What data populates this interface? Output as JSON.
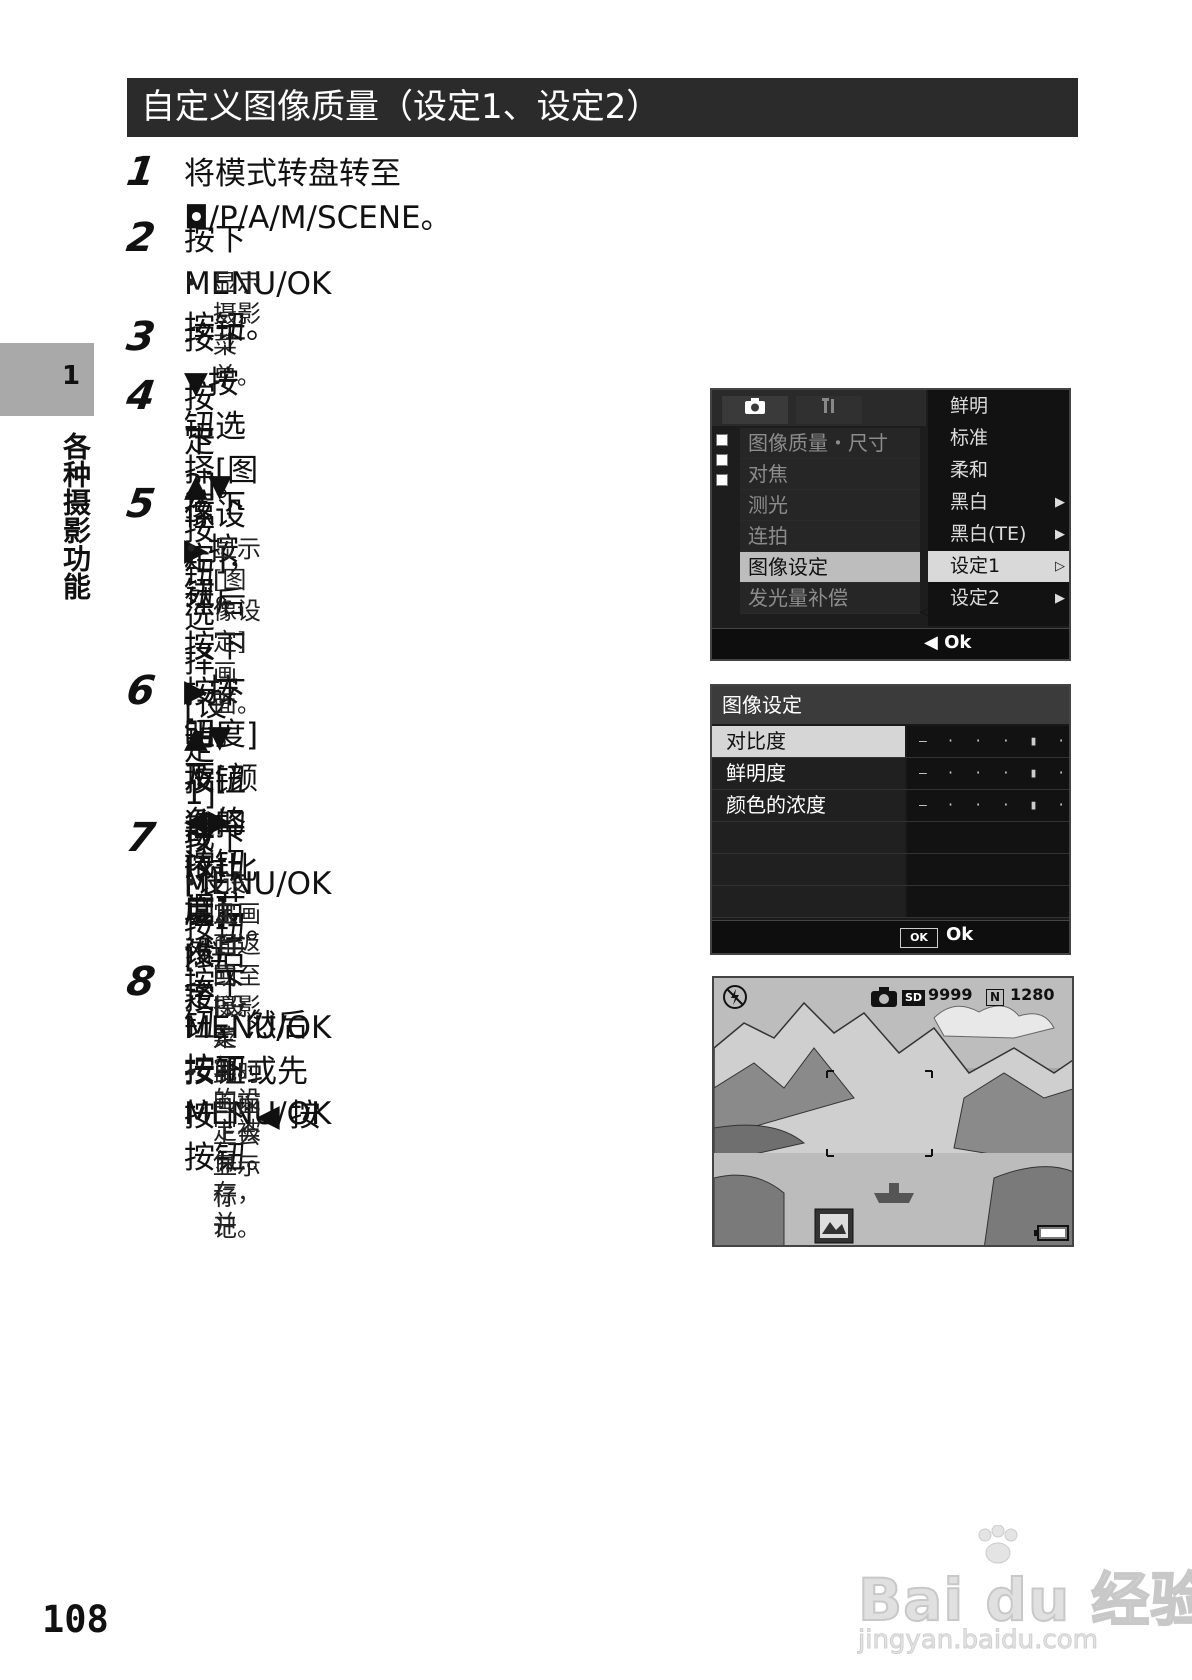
{
  "section_title": "自定义图像质量（设定1、设定2）",
  "side_tab": {
    "number": "1",
    "label": "各种摄影功能"
  },
  "page_number": "108",
  "steps": [
    {
      "num": "1",
      "text": "将模式转盘转至◘/P/A/M/SCENE。",
      "bullets": []
    },
    {
      "num": "2",
      "text": "按下MENU/OK按钮。",
      "bullets": [
        "显示摄影菜单。"
      ]
    },
    {
      "num": "3",
      "text": "按下▼按钮选择[图像设定]，然后按下▶按钮。",
      "bullets": []
    },
    {
      "num": "4",
      "text_line1": "按下▲▼按钮选择[设定1]或[设",
      "text_line2": "定2]。",
      "bullets": []
    },
    {
      "num": "5",
      "text": "按下▶按钮。",
      "bullets": [
        "显示[图像设定]画面。"
      ]
    },
    {
      "num": "6",
      "text_line1": "按下▲▼按钮选择[对比度]、[鲜",
      "text_line2": "明度]及[颜色的浓度]，然后按",
      "text_line3": "下◀▶按钮调节设定。",
      "bullets": []
    },
    {
      "num": "7",
      "text": "按下MENU/OK按钮。",
      "bullet_line1": "[设定1]或[设定2]的设定被保存，并",
      "bullet_line2": "且画面返回至摄影菜单。"
    },
    {
      "num": "8",
      "text_line1": "按下 MENU/OK 按钮或先按下 ◀ 按",
      "text_line2": "钮，然后按下MENU/OK按钮。",
      "bullets": [
        "此时画面上会显示标记。"
      ]
    }
  ],
  "bullet_symbol": "•",
  "screen1": {
    "tab_camera_icon": "camera-icon",
    "tab_setup_icon": "wrench-icon",
    "menu_items": [
      "图像质量・尺寸",
      "对焦",
      "测光",
      "连拍",
      "图像设定",
      "发光量补偿"
    ],
    "selected_menu": "图像设定",
    "submenu_items": [
      "鲜明",
      "标准",
      "柔和",
      "黑白",
      "黑白(TE)",
      "设定1",
      "设定2"
    ],
    "submenu_arrows": [
      "",
      "",
      "",
      "▶",
      "▶",
      "▷",
      "▶"
    ],
    "selected_submenu": "设定1",
    "left_arrow": "◁",
    "footer": "◀ Ok"
  },
  "screen2": {
    "header": "图像设定",
    "rows": [
      {
        "label": "对比度",
        "scale": "– · · · ▮ · · +"
      },
      {
        "label": "鲜明度",
        "scale": "– · · · ▮ · · +"
      },
      {
        "label": "颜色的浓度",
        "scale": "– · · · ▮ · · +"
      }
    ],
    "ok_button": "OK",
    "footer": "Ok"
  },
  "screen3": {
    "flash_icon": "flash-off-icon",
    "card_label": "SD",
    "shots_remaining": "9999",
    "quality_label": "N",
    "size": "1280",
    "battery_icon": "battery-icon",
    "custom_mark_icon": "image-setting-custom-icon"
  },
  "watermark": {
    "brand": "Bai du 经验",
    "url": "jingyan.baidu.com"
  }
}
